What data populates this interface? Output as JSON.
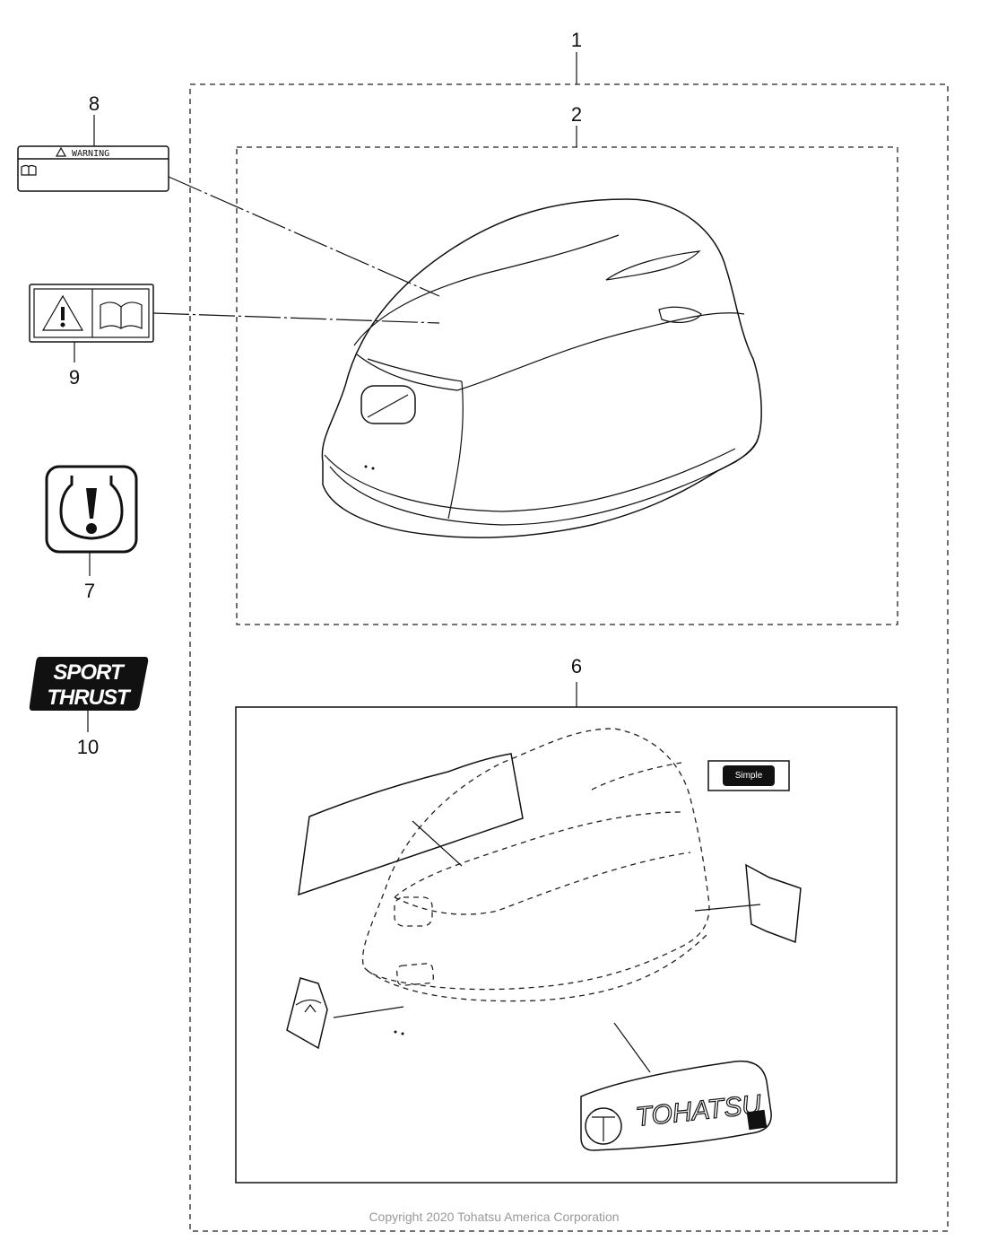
{
  "diagram": {
    "callouts": {
      "c1": "1",
      "c2": "2",
      "c6": "6",
      "c7": "7",
      "c8": "8",
      "c9": "9",
      "c10": "10"
    },
    "labels": {
      "warning": "WARNING",
      "sport": "SPORT",
      "thrust": "THRUST",
      "brand": "TOHATSU",
      "simple_logo": "Simple"
    },
    "copyright": "Copyright 2020 Tohatsu America Corporation"
  }
}
